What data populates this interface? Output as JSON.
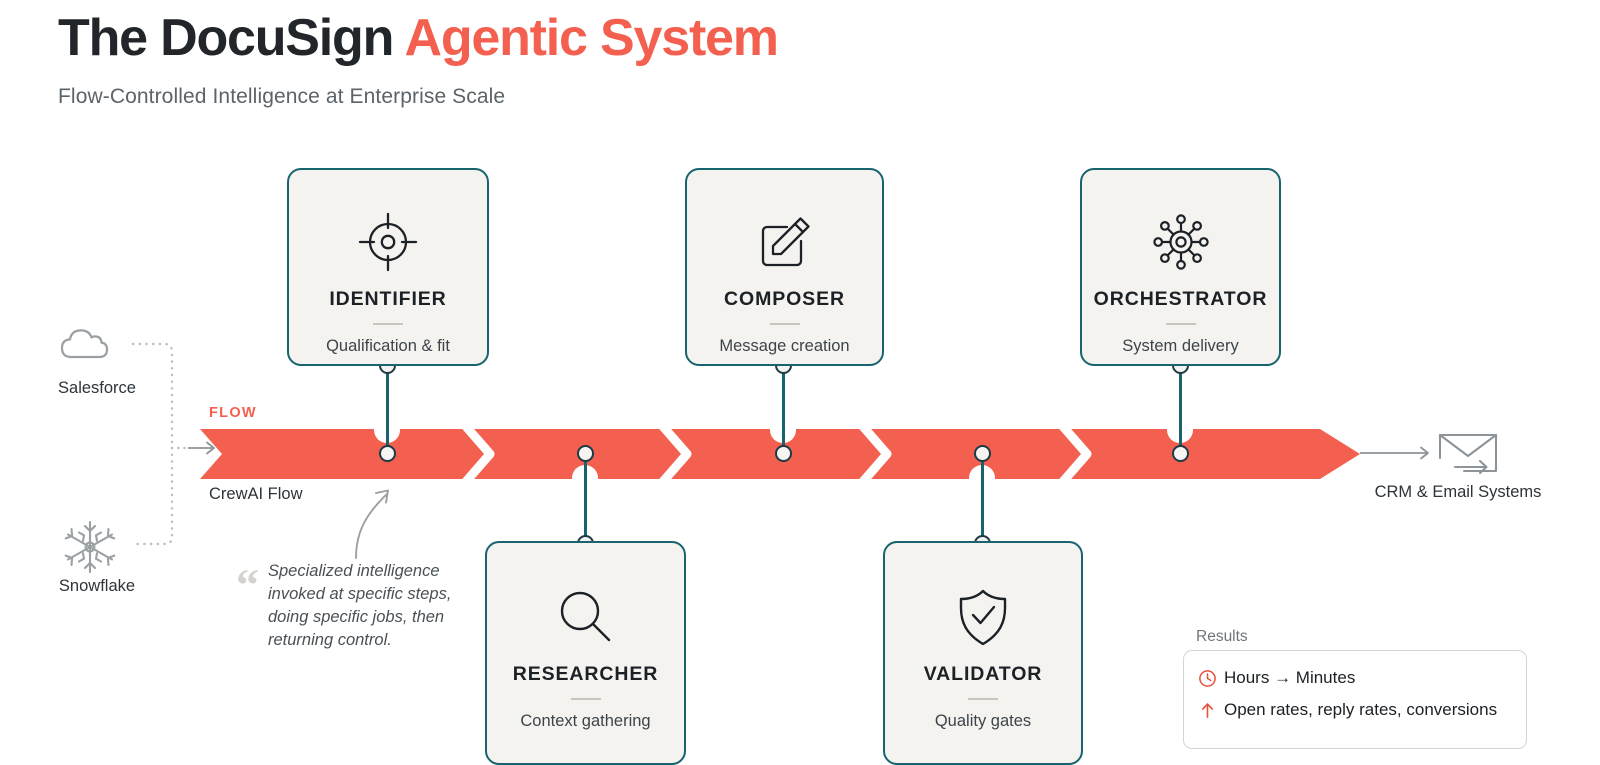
{
  "header": {
    "title_dark": "The DocuSign ",
    "title_accent": "Agentic System",
    "subtitle": "Flow-Controlled Intelligence at Enterprise Scale"
  },
  "flow": {
    "label": "FLOW",
    "sublabel": "CrewAI Flow",
    "bar_color": "#F4604F"
  },
  "colors": {
    "accent": "#F4604F",
    "card_border": "#17646F",
    "card_bg": "#F5F3F0",
    "text_dark": "#1C2126",
    "text_muted": "#5C6469"
  },
  "agents": [
    {
      "id": "identifier",
      "icon": "crosshair-target-icon",
      "name": "IDENTIFIER",
      "desc": "Qualification & fit",
      "row": "top"
    },
    {
      "id": "composer",
      "icon": "pencil-square-icon",
      "name": "COMPOSER",
      "desc": "Message creation",
      "row": "top"
    },
    {
      "id": "orchestrator",
      "icon": "hub-network-icon",
      "name": "ORCHESTRATOR",
      "desc": "System delivery",
      "row": "top"
    },
    {
      "id": "researcher",
      "icon": "magnifier-icon",
      "name": "RESEARCHER",
      "desc": "Context gathering",
      "row": "bottom"
    },
    {
      "id": "validator",
      "icon": "shield-check-icon",
      "name": "VALIDATOR",
      "desc": "Quality gates",
      "row": "bottom"
    }
  ],
  "sources": [
    {
      "id": "salesforce",
      "icon": "cloud-icon",
      "label": "Salesforce"
    },
    {
      "id": "snowflake",
      "icon": "snowflake-icon",
      "label": "Snowflake"
    }
  ],
  "output": {
    "icon": "envelope-send-icon",
    "label": "CRM & Email Systems"
  },
  "quote": {
    "mark": "“",
    "text": "Specialized intelligence invoked at specific steps, doing specific jobs, then returning control."
  },
  "results": {
    "label": "Results",
    "items": [
      {
        "icon": "clock-icon",
        "from": "Hours",
        "arrow": "→",
        "to": "Minutes",
        "text": "Hours → Minutes"
      },
      {
        "icon": "arrow-up-icon",
        "text": "Open rates, reply rates, conversions"
      }
    ]
  }
}
